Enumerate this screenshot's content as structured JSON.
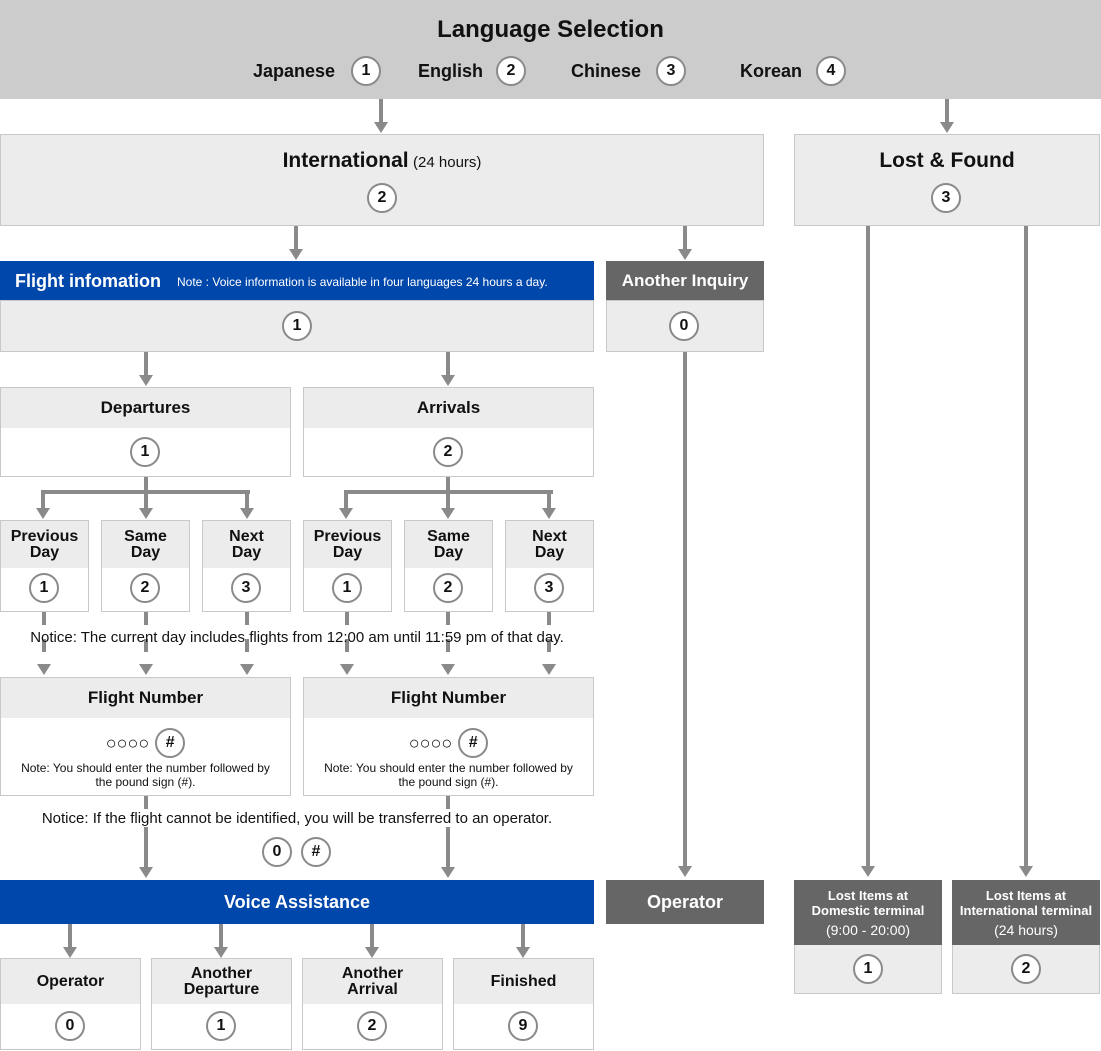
{
  "language": {
    "title": "Language Selection",
    "options": [
      {
        "label": "Japanese",
        "key": "1"
      },
      {
        "label": "English",
        "key": "2"
      },
      {
        "label": "Chinese",
        "key": "3"
      },
      {
        "label": "Korean",
        "key": "4"
      }
    ]
  },
  "international": {
    "title": "International",
    "hours": "(24 hours)",
    "key": "2"
  },
  "lost_found": {
    "title": "Lost & Found",
    "key": "3",
    "domestic": {
      "title": "Lost Items at Domestic terminal",
      "hours": "(9:00 - 20:00)",
      "key": "1"
    },
    "intl": {
      "title": "Lost Items at International terminal",
      "hours": "(24 hours)",
      "key": "2"
    }
  },
  "flight_info": {
    "title": "Flight infomation",
    "note": "Note : Voice information is available in four languages 24 hours a day.",
    "key": "1"
  },
  "another_inquiry": {
    "title": "Another Inquiry",
    "key": "0"
  },
  "departures": {
    "title": "Departures",
    "key": "1",
    "days": [
      {
        "label": "Previous Day",
        "key": "1"
      },
      {
        "label": "Same Day",
        "key": "2"
      },
      {
        "label": "Next Day",
        "key": "3"
      }
    ]
  },
  "arrivals": {
    "title": "Arrivals",
    "key": "2",
    "days": [
      {
        "label": "Previous Day",
        "key": "1"
      },
      {
        "label": "Same Day",
        "key": "2"
      },
      {
        "label": "Next Day",
        "key": "3"
      }
    ]
  },
  "notice_day": "Notice: The current day includes flights from 12:00 am until 11:59 pm of that day.",
  "flight_number": {
    "title": "Flight Number",
    "placeholder": "○○○○",
    "pound": "#",
    "note": "Note: You should enter the number followed by the pound sign (#)."
  },
  "notice_flight": "Notice: If the flight cannot be identified, you will be transferred to an operator.",
  "notice_keys": [
    "0",
    "#"
  ],
  "voice_assistance": "Voice Assistance",
  "operator": "Operator",
  "final_options": [
    {
      "label": "Operator",
      "key": "0"
    },
    {
      "label": "Another Departure",
      "key": "1"
    },
    {
      "label": "Another Arrival",
      "key": "2"
    },
    {
      "label": "Finished",
      "key": "9"
    }
  ],
  "colors": {
    "blue": "#0047ab",
    "dark": "#666666",
    "gray": "#cccccc",
    "light": "#ececec",
    "line": "#8a8a8a"
  }
}
